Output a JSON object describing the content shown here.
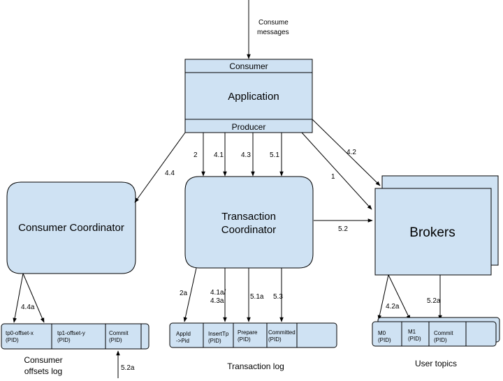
{
  "top_input": [
    "Consume",
    "messages"
  ],
  "application": {
    "consumer": "Consumer",
    "name": "Application",
    "producer": "Producer"
  },
  "consumer_coordinator": "Consumer Coordinator",
  "transaction_coordinator": [
    "Transaction",
    "Coordinator"
  ],
  "brokers": "Brokers",
  "flow_labels": {
    "l2": "2",
    "l4_1": "4.1",
    "l4_3": "4.3",
    "l5_1": "5.1",
    "l4_4": "4.4",
    "l4_2": "4.2",
    "l1": "1",
    "l5_2": "5.2",
    "l4_4a": "4.4a",
    "l2a": "2a",
    "l4_1a_line1": "4.1a/",
    "l4_1a_line2": "4.3a",
    "l5_1a": "5.1a",
    "l5_3": "5.3",
    "l4_2a": "4.2a",
    "l5_2a_topics": "5.2a",
    "l5_2a_offsets": "5.2a"
  },
  "consumer_offsets_log": {
    "cells": [
      [
        "tp0-offset-x",
        "(PID)"
      ],
      [
        "tp1-offset-y",
        "(PID)"
      ],
      [
        "Commit",
        "(PID)"
      ]
    ],
    "caption": [
      "Consumer",
      "offsets log"
    ]
  },
  "transaction_log": {
    "cells": [
      [
        "AppId",
        "->Pid"
      ],
      [
        "InsertTp",
        "(PID)"
      ],
      [
        "Prepare",
        "(PID)"
      ],
      [
        "Committed",
        "(PID)"
      ]
    ],
    "caption": "Transaction log"
  },
  "user_topics": {
    "cells": [
      [
        "M0",
        "(PID)"
      ],
      [
        "M1",
        "(PID)"
      ],
      [
        "Commit",
        "(PID)"
      ]
    ],
    "caption": "User topics"
  }
}
